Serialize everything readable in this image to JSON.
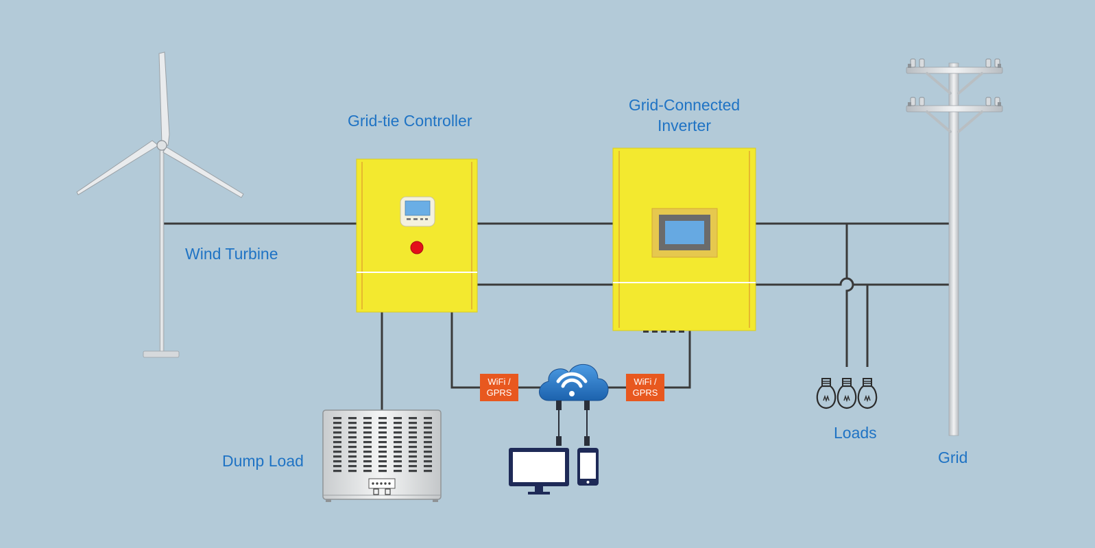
{
  "labels": {
    "wind_turbine": "Wind Turbine",
    "controller": "Grid-tie Controller",
    "inverter_line1": "Grid-Connected",
    "inverter_line2": "Inverter",
    "dump_load": "Dump Load",
    "loads": "Loads",
    "grid": "Grid"
  },
  "badges": {
    "left": {
      "line1": "WiFi /",
      "line2": "GPRS"
    },
    "right": {
      "line1": "WiFi /",
      "line2": "GPRS"
    }
  },
  "colors": {
    "background": "#b3cad8",
    "label_text": "#1f73c4",
    "device_yellow": "#f3e92f",
    "badge_orange": "#e8581f",
    "wire": "#3a3a3a",
    "cloud_blue": "#2f7fd0",
    "indicator_red": "#e3101a"
  },
  "icons": [
    "wind-turbine-icon",
    "cloud-wifi-icon",
    "monitor-icon",
    "smartphone-icon",
    "light-bulb-icon",
    "utility-pole-icon",
    "dump-load-cabinet-icon"
  ]
}
